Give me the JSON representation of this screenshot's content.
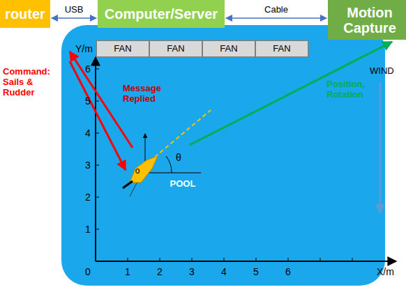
{
  "diagram": {
    "nodes": [
      {
        "text": [
          "router"
        ]
      },
      {
        "text": [
          "Computer/Server"
        ]
      },
      {
        "text": [
          "Motion Capture"
        ]
      },
      {
        "text": [
          "FAN"
        ]
      },
      {
        "text": [
          "FAN"
        ]
      },
      {
        "text": [
          "FAN"
        ]
      },
      {
        "text": [
          "FAN"
        ]
      }
    ],
    "edges": [
      {
        "from": 0,
        "to": 1,
        "arrow": "both",
        "label": "USB"
      },
      {
        "from": 1,
        "to": 2,
        "arrow": "both",
        "label": "Cable"
      }
    ],
    "labels": [
      "Y/m",
      "X/m",
      "0",
      "1",
      "2",
      "3",
      "4",
      "5",
      "6",
      "1",
      "2",
      "3",
      "4",
      "5",
      "6",
      "Command: Sails & Rudder",
      "Message Replied",
      "Position, Rotation",
      "WIND",
      "POOL",
      "o",
      "θ"
    ]
  }
}
